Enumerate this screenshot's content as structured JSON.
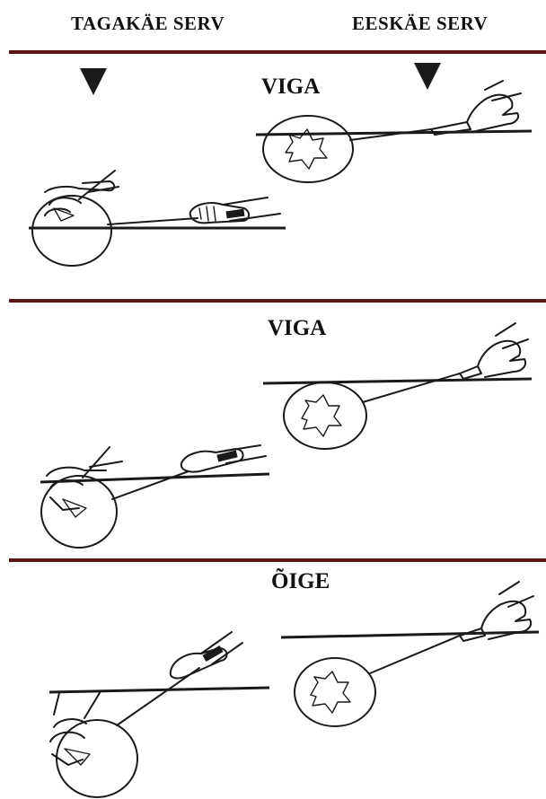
{
  "header": {
    "left_label": "TAGAKÄE SERV",
    "right_label": "EESKÄE SERV"
  },
  "panels": [
    {
      "title": "VIGA"
    },
    {
      "title": "VIGA"
    },
    {
      "title": "ÕIGE"
    }
  ],
  "colors": {
    "divider": "#5a1616",
    "ink": "#1a1a1a",
    "background": "#ffffff"
  },
  "icons": {
    "column_marker": "triangle-down-icon",
    "shuttlecock": "shuttlecock-icon"
  }
}
